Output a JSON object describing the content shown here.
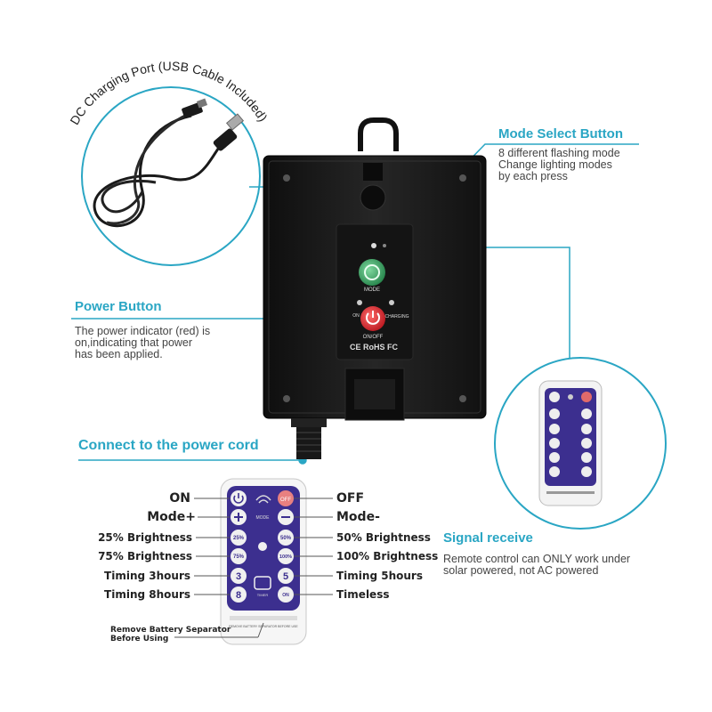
{
  "callouts": {
    "dc_port": {
      "label": "DC Charging Port (USB Cable Included)"
    },
    "mode_select": {
      "title": "Mode Select Button",
      "lines": [
        "8 different flashing mode",
        "Change lighting modes",
        "by each press"
      ]
    },
    "power_button": {
      "title": "Power Button",
      "lines": [
        "The power indicator (red) is",
        "on,indicating that power",
        "has been applied."
      ]
    },
    "power_cord": {
      "title": "Connect to the power cord"
    },
    "signal": {
      "title": "Signal receive",
      "lines": [
        "Remote control can ONLY work under",
        "solar powered, not AC powered"
      ]
    }
  },
  "device": {
    "mode_label": "MODE",
    "onoff_label": "ON/OFF",
    "charging_label": "CHARGING",
    "on_label": "ON",
    "cert": "CE RoHS FC",
    "cert_parts": [
      "CE",
      "RoHS",
      "FC"
    ]
  },
  "remote": {
    "off_button": "OFF",
    "mode_button": "MODE",
    "timer_button": "TIMER",
    "buttons": [
      "25%",
      "50%",
      "75%",
      "100%",
      "3",
      "5",
      "8",
      "ON"
    ],
    "separator_text": "REMOVE BATTERY SEPARATOR BEFORE USE",
    "left_labels": [
      "ON",
      "Mode+",
      "25% Brightness",
      "75% Brightness",
      "Timing 3hours",
      "Timing 8hours"
    ],
    "right_labels": [
      "OFF",
      "Mode-",
      "50% Brightness",
      "100% Brightness",
      "Timing 5hours",
      "Timeless"
    ],
    "battery_note": [
      "Remove Battery Separator",
      "Before Using"
    ]
  },
  "colors": {
    "accent": "#2aa6c4",
    "remote_panel": "#3c2f8f",
    "power_red": "#e0262b",
    "mode_green": "#2d9a5a",
    "device_body": "#1b1b1b"
  }
}
